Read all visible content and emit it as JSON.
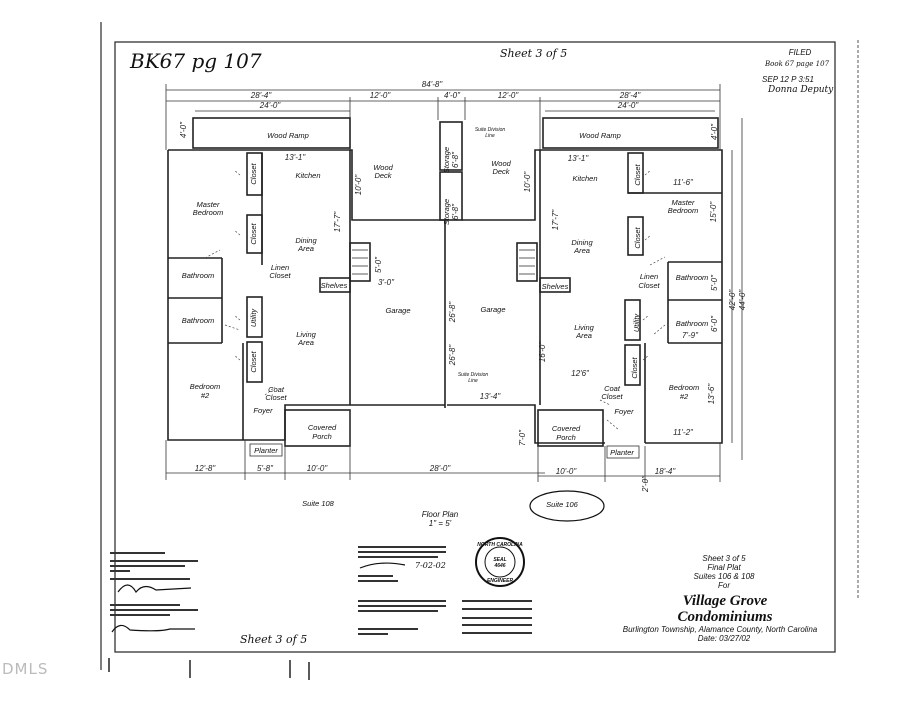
{
  "handwritten": {
    "book_page": "BK67 pg 107",
    "sheet_top": "Sheet 3 of 5",
    "sheet_bottom": "Sheet 3 of 5",
    "filed": "FILED",
    "filed_book": "Book 67 page 107",
    "filed_stamp": "SEP 12 P 3:51",
    "filed_signature": "Donna Deputy"
  },
  "dimensions_top": {
    "overall": "84'-8\"",
    "left_28": "28'-4\"",
    "left_24": "24'-0\"",
    "left_12": "12'-0\"",
    "middle_4": "4'-0\"",
    "right_12": "12'-0\"",
    "right_28": "28'-4\"",
    "right_24": "24'-0\""
  },
  "suite_108": {
    "wood_ramp": "Wood Ramp",
    "ramp_dim": "4'-0\"",
    "kitchen": "Kitchen",
    "kitchen_dim": "13'-1\"",
    "master_bedroom_1": "Master",
    "master_bedroom_2": "Bedroom",
    "closet_1": "Closet",
    "closet_2": "Closet",
    "closet_3": "Closet",
    "wood_deck_1": "Wood",
    "wood_deck_2": "Deck",
    "deck_dim": "10'-0\"",
    "dining_1": "Dining",
    "dining_2": "Area",
    "dining_dim": "17'-7\"",
    "linen_1": "Linen",
    "linen_2": "Closet",
    "bathroom_1": "Bathroom",
    "bathroom_2": "Bathroom",
    "utility": "Utility",
    "shelves": "Shelves",
    "stair_dim": "5'-0\"",
    "shelves_dim": "3'-0\"",
    "garage": "Garage",
    "garage_dim": "26'-8\"",
    "living_1": "Living",
    "living_2": "Area",
    "bedroom2_1": "Bedroom",
    "bedroom2_2": "#2",
    "coat_1": "Coat",
    "coat_2": "Closet",
    "foyer": "Foyer",
    "porch_1": "Covered",
    "porch_2": "Porch",
    "planter": "Planter",
    "bottom_dims": [
      "12'-8\"",
      "5'-8\"",
      "10'-0\"",
      "28'-0\""
    ],
    "label": "Suite 108"
  },
  "storage": {
    "label": "Storage",
    "dim": "6'-8\""
  },
  "suite_106": {
    "division_1": "Suite Division",
    "division_2": "Line",
    "wood_ramp": "Wood Ramp",
    "ramp_dim": "4'-0\"",
    "kitchen": "Kitchen",
    "kitchen_dim": "13'-1\"",
    "master_bedroom_1": "Master",
    "master_bedroom_2": "Bedroom",
    "master_dim_w": "11'-6\"",
    "master_dim_h": "15'-0\"",
    "closet_1": "Closet",
    "closet_2": "Closet",
    "closet_3": "Closet",
    "wood_deck_1": "Wood",
    "wood_deck_2": "Deck",
    "deck_dim": "10'-0\"",
    "dining_1": "Dining",
    "dining_2": "Area",
    "dining_dim": "17'-7\"",
    "linen_1": "Linen",
    "linen_2": "Closet",
    "bathroom_1": "Bathroom",
    "bath1_dim": "5'-0\"",
    "bathroom_2": "Bathroom",
    "bath2_dim_h": "6'-0\"",
    "bath2_dim_w": "7'-9\"",
    "utility": "Utility",
    "shelves": "Shelves",
    "garage": "Garage",
    "garage_dim": "26'-8\"",
    "garage_w": "13'-4\"",
    "living_1": "Living",
    "living_2": "Area",
    "living_dim_h": "16'-0\"",
    "living_dim_w": "12'6\"",
    "bedroom2_1": "Bedroom",
    "bedroom2_2": "#2",
    "bedroom2_h": "13'-6\"",
    "bedroom2_w": "11'-2\"",
    "coat_1": "Coat",
    "coat_2": "Closet",
    "foyer": "Foyer",
    "porch_1": "Covered",
    "porch_2": "Porch",
    "porch_dim": "7'-0\"",
    "planter": "Planter",
    "bottom_dims": [
      "10'-0\"",
      "2'-0\"",
      "18'-4\""
    ],
    "side_dims": [
      "42'-0\"",
      "44'-0\""
    ],
    "label": "Suite 106"
  },
  "floor_plan": {
    "title": "Floor Plan",
    "scale": "1\" = 5'"
  },
  "seal": {
    "top": "NORTH CAROLINA",
    "middle_1": "SEAL",
    "middle_2": "4646",
    "bottom": "ENGINEER"
  },
  "title_block": {
    "sheet": "Sheet 3 of 5",
    "type": "Final Plat",
    "suites": "Suites 106 & 108",
    "for": "For",
    "name_1": "Village Grove",
    "name_2": "Condominiums",
    "location": "Burlington Township, Alamance County, North Carolina",
    "date": "Date: 03/27/02"
  },
  "engineer_date": "7-02-02",
  "watermark": "DMLS"
}
